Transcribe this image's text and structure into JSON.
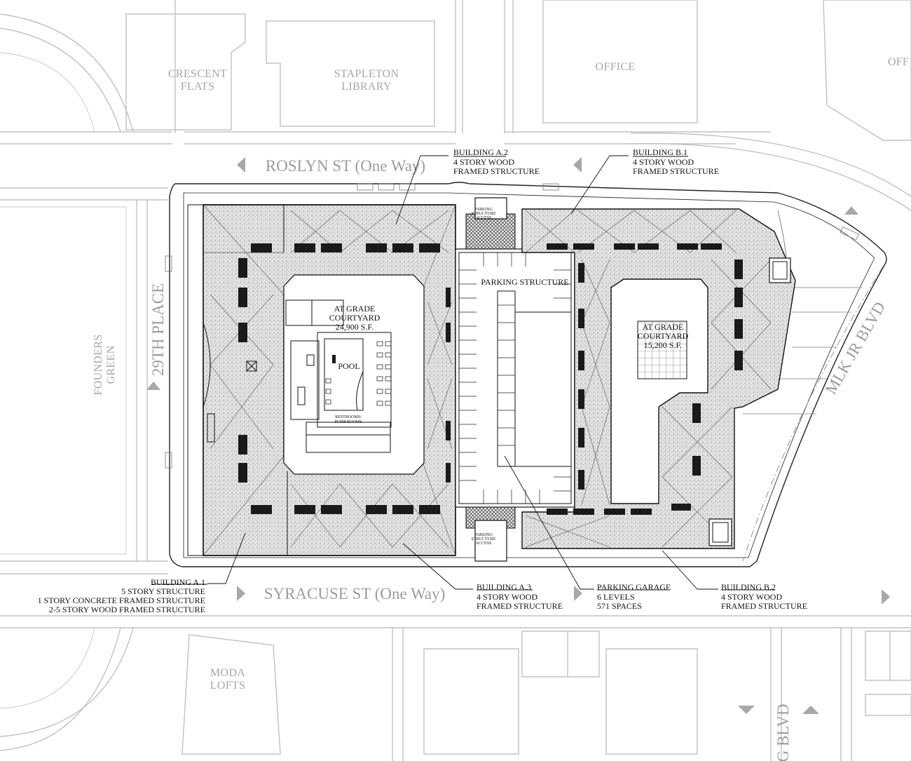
{
  "streets": {
    "roslyn": "ROSLYN ST (One Way)",
    "syracuse": "SYRACUSE ST (One Way)",
    "place_29th": "29TH PLACE",
    "mlk": "MLK JR BLVD",
    "g_blvd": "G BLVD"
  },
  "context": {
    "crescent_flats": [
      "CRESCENT",
      "FLATS"
    ],
    "stapleton_library": [
      "STAPLETON",
      "LIBRARY"
    ],
    "office": "OFFICE",
    "office_cut": "OFF",
    "founders_green": [
      "FOUNDERS",
      "GREEN"
    ],
    "moda_lofts": [
      "MODA",
      "LOFTS"
    ]
  },
  "plan_labels": {
    "parking_structure": "PARKING STRUCTURE",
    "courtyard_1": [
      "AT GRADE",
      "COURTYARD",
      "24,900 S.F."
    ],
    "courtyard_2": [
      "AT GRADE",
      "COURTYARD",
      "15,200 S.F."
    ],
    "pool": "POOL",
    "restrooms": [
      "RESTROOMS/",
      "PUMP ROOMS"
    ],
    "garage_access": [
      "PARKING",
      "STRUCTURE",
      "ACCESS"
    ]
  },
  "callouts": {
    "building_a2": [
      "BUILDING A.2",
      "4 STORY WOOD",
      "FRAMED STRUCTURE"
    ],
    "building_b1": [
      "BUILDING B.1",
      "4 STORY WOOD",
      "FRAMED STRUCTURE"
    ],
    "building_a1": [
      "BUILDING A.1",
      "5 STORY STRUCTURE",
      "1 STORY CONCRETE FRAMED STRUCTURE",
      "2-5 STORY WOOD FRAMED STRUCTURE"
    ],
    "building_a3": [
      "BUILDING A.3",
      "4 STORY WOOD",
      "FRAMED STRUCTURE"
    ],
    "parking_garage": [
      "PARKING GARAGE",
      "6 LEVELS",
      "571 SPACES"
    ],
    "building_b2": [
      "BUILDING B.2",
      "4 STORY WOOD",
      "FRAMED STRUCTURE"
    ]
  }
}
